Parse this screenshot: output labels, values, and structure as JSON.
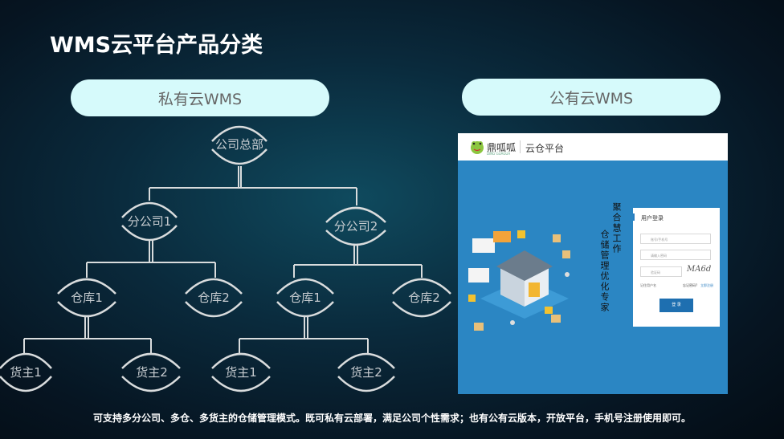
{
  "title": "WMS云平台产品分类",
  "private_label": "私有云WMS",
  "public_label": "公有云WMS",
  "tree": {
    "root": "公司总部",
    "branch1": "分公司1",
    "branch2": "分公司2",
    "warehouse1": "仓库1",
    "warehouse2": "仓库2",
    "warehouse3": "仓库1",
    "warehouse4": "仓库2",
    "owner1": "货主1",
    "owner2": "货主2",
    "owner3": "货主1",
    "owner4": "货主2"
  },
  "screenshot": {
    "logo_text": "鼎呱呱",
    "logo_sub": "DING GUAGUA",
    "platform_name": "云仓平台",
    "slogan_col1": "聚合慧工作",
    "slogan_col2": "仓储管理优化专家",
    "login_title": "用户登录",
    "username_placeholder": "账号/手机号",
    "password_placeholder": "请输入密码",
    "captcha_placeholder": "验证码",
    "captcha_text": "MA6d",
    "remember_label": "记住用户名",
    "forgot_label": "忘记密码?",
    "register_label": "立即注册",
    "login_button": "登 录"
  },
  "footer": "可支持多分公司、多仓、多货主的仓储管理模式。既可私有云部署，满足公司个性需求；也有公有云版本，开放平台，手机号注册使用即可。",
  "colors": {
    "pill_bg": "#d6fafb",
    "screen_blue": "#2b86c3",
    "login_button": "#1e6fb0"
  }
}
